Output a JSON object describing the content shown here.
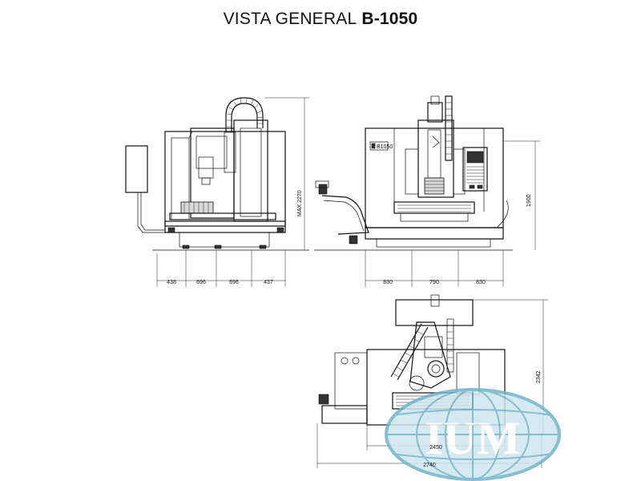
{
  "title": {
    "prefix": "VISTA GENERAL",
    "model": "B-1050"
  },
  "side_view": {
    "dims_bottom": [
      "438",
      "696",
      "696",
      "437"
    ],
    "dim_right": "MAX 2270"
  },
  "front_view": {
    "badge": "B1050",
    "dims_bottom": [
      "830",
      "790",
      "830"
    ],
    "dim_right": "1900"
  },
  "top_view": {
    "dim_right": "2342",
    "dim_width_1": "2450",
    "dim_width_2": "2740"
  },
  "watermark": {
    "text": "IUM",
    "colors": {
      "globe": "#6fb3c8",
      "globe_light": "#cfe6ee",
      "letters": "#e86a6a"
    }
  }
}
